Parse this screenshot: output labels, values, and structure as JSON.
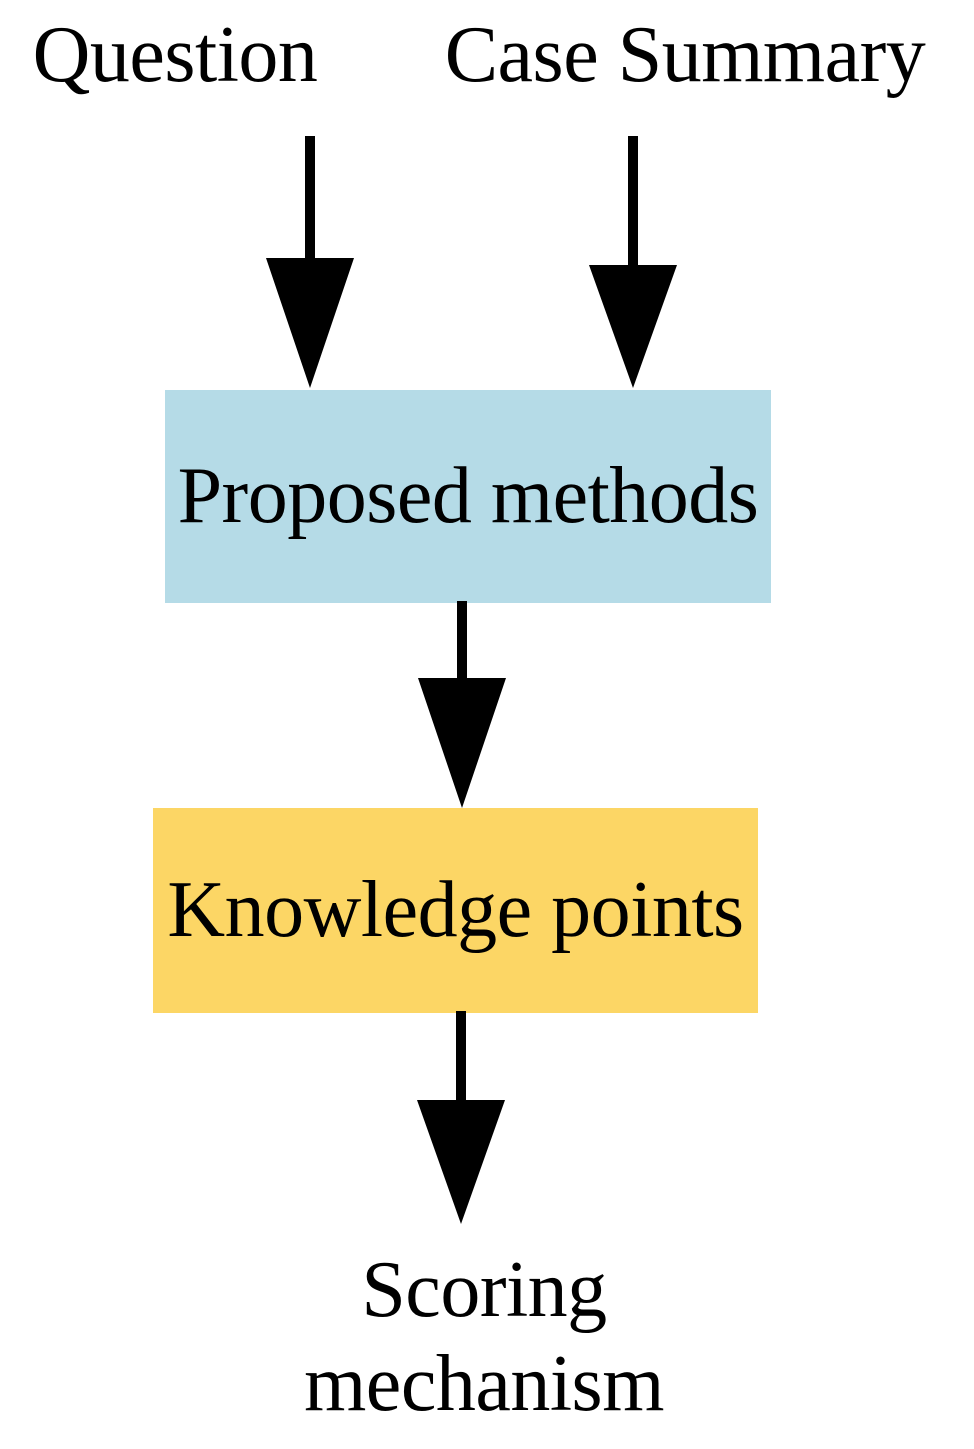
{
  "diagram": {
    "title": "Proposed methods flow",
    "background_color": "#ffffff",
    "nodes": [
      {
        "id": "question",
        "label": "Question",
        "shape": "plain-text",
        "fill": "none",
        "text_color": "#000000"
      },
      {
        "id": "case_summary",
        "label": "Case Summary",
        "shape": "plain-text",
        "fill": "none",
        "text_color": "#000000"
      },
      {
        "id": "proposed_methods",
        "label": "Proposed\nmethods",
        "line1": "Proposed",
        "line2": "methods",
        "shape": "rectangle",
        "fill": "#b5dbe7",
        "text_color": "#000000"
      },
      {
        "id": "knowledge_points",
        "label": "Knowledge\npoints",
        "line1": "Knowledge",
        "line2": "points",
        "shape": "rectangle",
        "fill": "#fcd665",
        "text_color": "#000000"
      },
      {
        "id": "scoring_mechanism",
        "label": "Scoring\nmechanism",
        "line1": "Scoring",
        "line2": "mechanism",
        "shape": "plain-text",
        "fill": "none",
        "text_color": "#000000"
      }
    ],
    "edges": [
      {
        "id": "edge-question-to-proposed",
        "from": "question",
        "to": "proposed_methods",
        "label": "",
        "style": "solid-arrow",
        "color": "#000000"
      },
      {
        "id": "edge-case-summary-to-proposed",
        "from": "case_summary",
        "to": "proposed_methods",
        "label": "",
        "style": "solid-arrow",
        "color": "#000000"
      },
      {
        "id": "edge-proposed-to-knowledge",
        "from": "proposed_methods",
        "to": "knowledge_points",
        "label": "",
        "style": "solid-arrow",
        "color": "#000000"
      },
      {
        "id": "edge-knowledge-to-scoring",
        "from": "knowledge_points",
        "to": "scoring_mechanism",
        "label": "",
        "style": "solid-arrow",
        "color": "#000000"
      }
    ]
  }
}
